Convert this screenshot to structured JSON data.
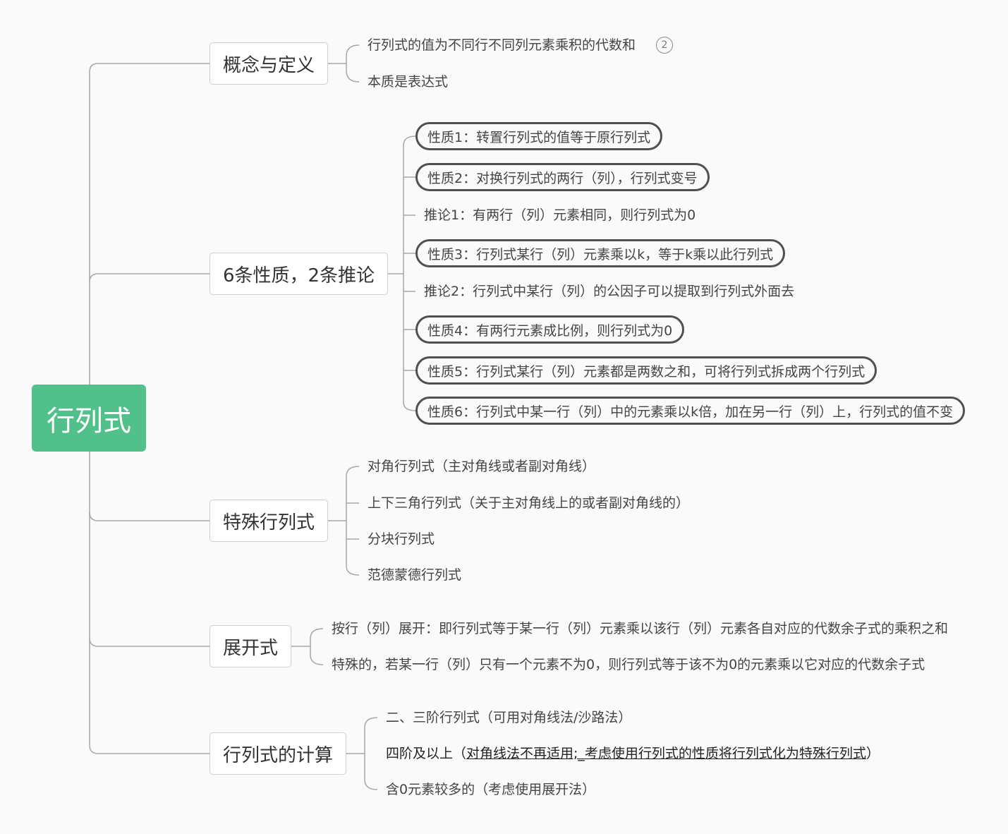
{
  "root": {
    "label": "行列式"
  },
  "branches": [
    {
      "label": "概念与定义",
      "children": [
        "行列式的值为不同行不同列元素乘积的代数和",
        "本质是表达式"
      ],
      "badge": "2"
    },
    {
      "label": "6条性质，2条推论",
      "children": [
        "性质1：转置行列式的值等于原行列式",
        "性质2：对换行列式的两行（列），行列式变号",
        "推论1：有两行（列）元素相同，则行列式为0",
        "性质3：行列式某行（列）元素乘以k，等于k乘以此行列式",
        "推论2：行列式中某行（列）的公因子可以提取到行列式外面去",
        "性质4：有两行元素成比例，则行列式为0",
        "性质5：行列式某行（列）元素都是两数之和，可将行列式拆成两个行列式",
        "性质6：行列式中某一行（列）中的元素乘以k倍，加在另一行（列）上，行列式的值不变"
      ]
    },
    {
      "label": "特殊行列式",
      "children": [
        "对角行列式（主对角线或者副对角线）",
        "上下三角行列式（关于主对角线上的或者副对角线的）",
        "分块行列式",
        "范德蒙德行列式"
      ]
    },
    {
      "label": "展开式",
      "children": [
        "按行（列）展开：即行列式等于某一行（列）元素乘以该行（列）元素各自对应的代数余子式的乘积之和",
        "特殊的，若某一行（列）只有一个元素不为0，则行列式等于该不为0的元素乘以它对应的代数余子式"
      ]
    },
    {
      "label": "行列式的计算",
      "children": [
        "二、三阶行列式（可用对角线法/沙路法）",
        "四阶及以上（",
        "含0元素较多的（考虑使用展开法）"
      ],
      "underlined": "对角线法不再适用;_考虑使用行列式的性质将行列式化为特殊行列式",
      "closing": "）"
    }
  ]
}
